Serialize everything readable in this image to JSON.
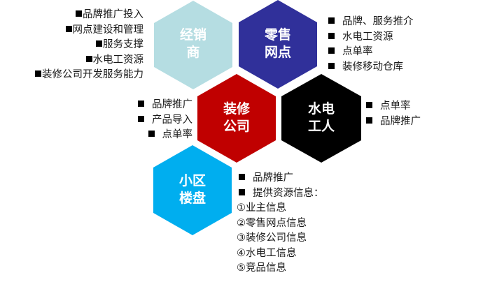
{
  "hexagons": [
    {
      "id": "dealer",
      "lines": [
        "经销",
        "商"
      ],
      "color": "#b5dde2"
    },
    {
      "id": "retail",
      "lines": [
        "零售",
        "网点"
      ],
      "color": "#30309a"
    },
    {
      "id": "decoration",
      "lines": [
        "装修",
        "公司"
      ],
      "color": "#c00000"
    },
    {
      "id": "plumber",
      "lines": [
        "水电",
        "工人"
      ],
      "color": "#000000"
    },
    {
      "id": "community",
      "lines": [
        "小区",
        "楼盘"
      ],
      "color": "#00aeef"
    }
  ],
  "lists": {
    "dealer": [
      "品牌推广投入",
      "网点建设和管理",
      "服务支撑",
      "水电工资源",
      "装修公司开发服务能力"
    ],
    "retail": [
      "品牌、服务推介",
      "水电工资源",
      "点单率",
      "装修移动仓库"
    ],
    "decoration": [
      "品牌推广",
      "产品导入",
      "点单率"
    ],
    "plumber": [
      "点单率",
      "品牌推广"
    ],
    "community": {
      "bullets": [
        "品牌推广",
        "提供资源信息："
      ],
      "numbered": [
        "①业主信息",
        "②零售网点信息",
        "③装修公司信息",
        "④水电工信息",
        "⑤竞品信息"
      ]
    }
  }
}
